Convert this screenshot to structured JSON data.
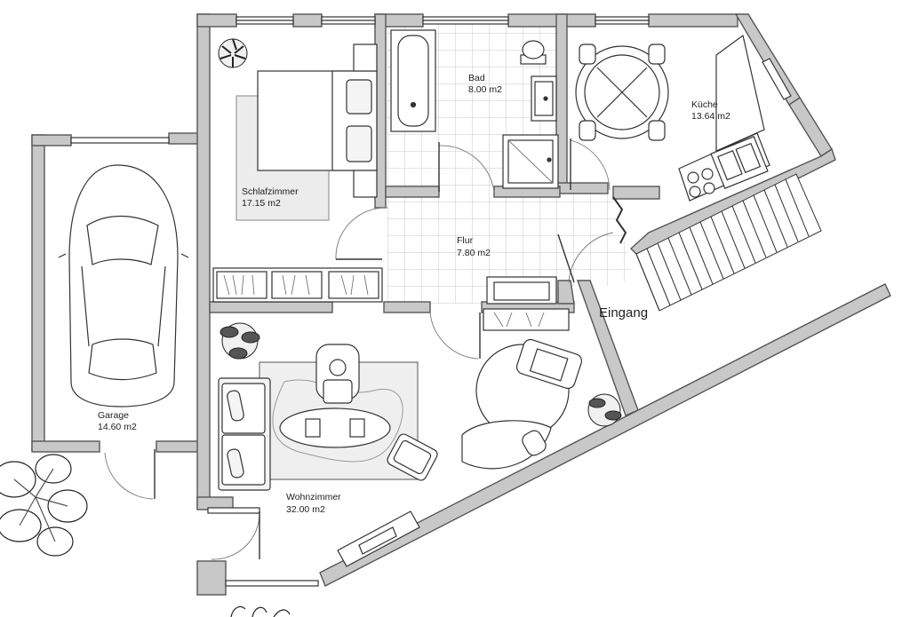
{
  "rooms": {
    "schlafzimmer": {
      "name": "Schlafzimmer",
      "area": "17.15 m2"
    },
    "bad": {
      "name": "Bad",
      "area": "8.00 m2"
    },
    "kueche": {
      "name": "Küche",
      "area": "13.64 m2"
    },
    "flur": {
      "name": "Flur",
      "area": "7.80 m2"
    },
    "garage": {
      "name": "Garage",
      "area": "14.60 m2"
    },
    "wohnzimmer": {
      "name": "Wohnzimmer",
      "area": "32.00 m2"
    }
  },
  "entrance_label": "Eingang",
  "colors": {
    "wall": "#c8c8c8",
    "wall_stroke": "#555555",
    "line": "#333333",
    "furniture_fill": "#f2f2f2"
  }
}
